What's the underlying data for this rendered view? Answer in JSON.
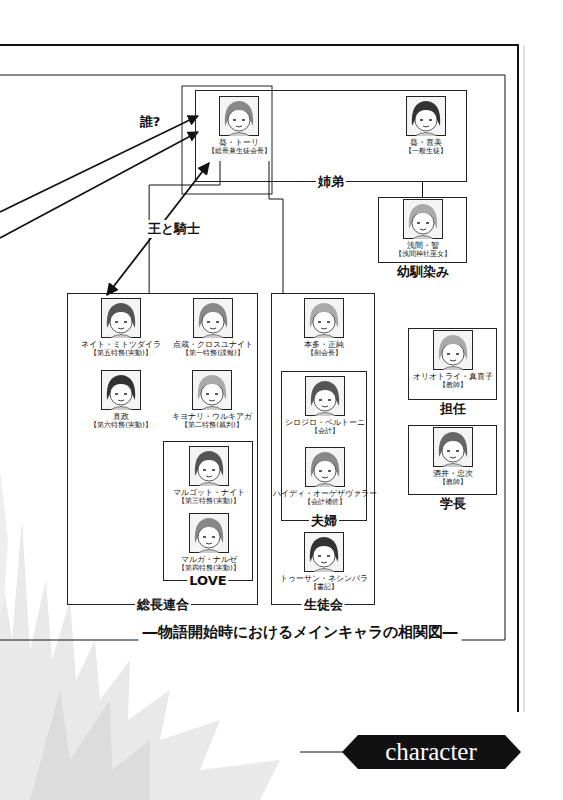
{
  "diagram": {
    "caption": "―物語開始時におけるメインキャラの相関図―",
    "nodes": [
      {
        "text": [
          "姉弟"
        ]
      },
      {
        "text": [
          "葵・トーリ",
          "【総長兼生徒会長】"
        ],
        "in": 0
      },
      {
        "text": [
          "葵・喜美",
          "【一般生徒】"
        ],
        "in": 0
      },
      {
        "text": [
          "浅間・智",
          "【浅間神社巫女】",
          "幼馴染み"
        ]
      },
      {
        "text": [
          "総長連合"
        ]
      },
      {
        "text": [
          "ネイト・ミトツダイラ",
          "【第五特務(実動)】"
        ],
        "in": 4
      },
      {
        "text": [
          "点蔵・クロスユナイト",
          "【第一特務(諜報)】"
        ],
        "in": 4
      },
      {
        "text": [
          "直政",
          "【第六特務(実動)】"
        ],
        "in": 4
      },
      {
        "text": [
          "キヨナリ・ウルキアガ",
          "【第二特務(裁判)】"
        ],
        "in": 4
      },
      {
        "text": [
          "LOVE"
        ],
        "in": 4
      },
      {
        "text": [
          "マルゴット・ナイト",
          "【第三特務(実動)】"
        ],
        "in": 9
      },
      {
        "text": [
          "マルガ・ナルゼ",
          "【第四特務(実動)】"
        ],
        "in": 9
      },
      {
        "text": [
          "生徒会"
        ]
      },
      {
        "text": [
          "本多・正純",
          "【副会長】"
        ],
        "in": 12
      },
      {
        "text": [
          "夫婦"
        ],
        "in": 12
      },
      {
        "text": [
          "シロジロ・ベルトーニ",
          "【会計】"
        ],
        "in": 14
      },
      {
        "text": [
          "ハイディ・オーゲザヴァラー",
          "【会計補佐】"
        ],
        "in": 14
      },
      {
        "text": [
          "トゥーサン・ネシンバラ",
          "【書記】"
        ],
        "in": 12
      },
      {
        "text": [
          "オリオトライ・真喜子",
          "【教師】",
          "担任"
        ]
      },
      {
        "text": [
          "酒井・忠次",
          "【教師】",
          "学長"
        ]
      }
    ],
    "edges": [
      {
        "from": 0,
        "to": 3,
        "arrow": "none"
      },
      {
        "from": 1,
        "to": 4,
        "arrow": "none"
      },
      {
        "from": 1,
        "to": 12,
        "arrow": "none"
      },
      {
        "from": 1,
        "to": 5,
        "label": "王と騎士",
        "arrow": "both"
      }
    ],
    "labels": [
      "誰?",
      "character"
    ]
  }
}
